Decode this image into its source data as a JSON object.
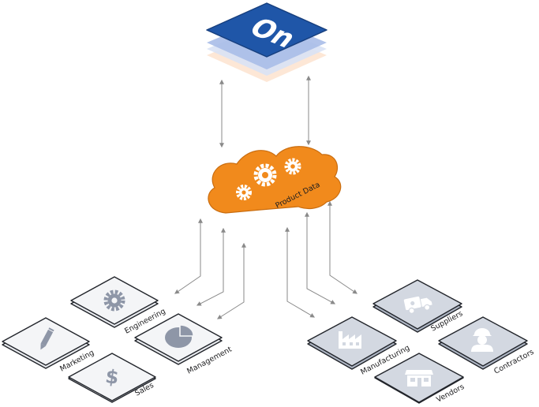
{
  "logo": {
    "text": "On"
  },
  "hub": {
    "label": "Product Data"
  },
  "internal_tiles": [
    {
      "id": "engineering",
      "label": "Engineering",
      "icon": "gear-icon"
    },
    {
      "id": "marketing",
      "label": "Marketing",
      "icon": "pencil-icon"
    },
    {
      "id": "management",
      "label": "Management",
      "icon": "pie-chart-icon"
    },
    {
      "id": "sales",
      "label": "Sales",
      "icon": "dollar-icon"
    }
  ],
  "external_tiles": [
    {
      "id": "suppliers",
      "label": "Suppliers",
      "icon": "truck-icon"
    },
    {
      "id": "manufacturing",
      "label": "Manufacturing",
      "icon": "factory-icon"
    },
    {
      "id": "contractors",
      "label": "Contractors",
      "icon": "worker-icon"
    },
    {
      "id": "vendors",
      "label": "Vendors",
      "icon": "storefront-icon"
    }
  ],
  "colors": {
    "logo_blue": "#1f56a8",
    "cloud_orange": "#f18a1c",
    "tile_fill": "#e9ebef",
    "tile_fill_dark": "#bcc3d0",
    "icon_gray": "#8e96a7",
    "arrow": "#8a8a8a"
  }
}
